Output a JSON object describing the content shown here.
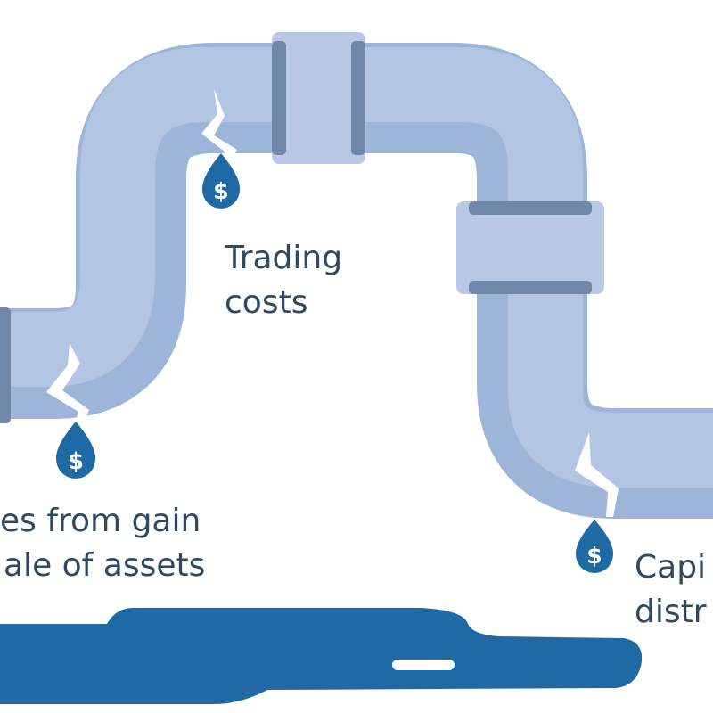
{
  "labels": {
    "trading": [
      "Trading",
      "costs"
    ],
    "taxes": [
      "es from gain",
      "ale of assets"
    ],
    "capital": [
      "Capi",
      "distr"
    ]
  },
  "icons": {
    "drop": "dollar-drop-icon",
    "crack": "crack-icon",
    "pipe": "pipe",
    "puddle": "puddle"
  },
  "colors": {
    "pipe_dark": "#9db5d8",
    "pipe_light": "#b2c5e3",
    "coupling": "#b9c9e5",
    "band": "#6f87a8",
    "drop": "#1f6aa5",
    "puddle": "#1f6aa5",
    "text": "#2f4a60"
  }
}
